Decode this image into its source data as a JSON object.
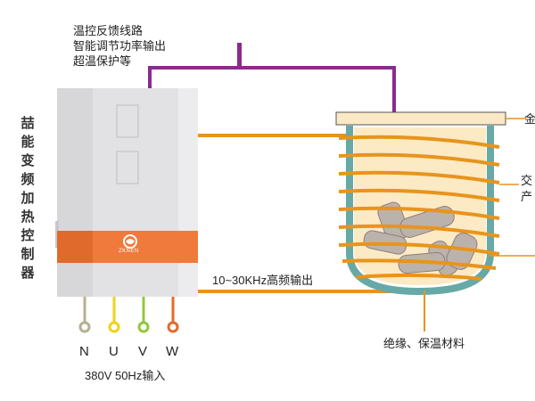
{
  "controller": {
    "title_vertical": "喆能变频加热控制器",
    "brand_text": "ZKNEN",
    "color_body": "#e6e6e8",
    "color_band": "#ef7a3c"
  },
  "feedback": {
    "line1": "温控反馈线路",
    "line2": "智能调节功率输出",
    "line3": "超温保护等"
  },
  "output_label": "10~30KHz高频输出",
  "terminals": [
    {
      "label": "N",
      "color": "#b5b08f"
    },
    {
      "label": "U",
      "color": "#f0d21a"
    },
    {
      "label": "V",
      "color": "#93c83a"
    },
    {
      "label": "W",
      "color": "#e36a2a"
    }
  ],
  "input_label": "380V  50Hz输入",
  "vessel": {
    "insulation_label": "绝缘、保温材料",
    "right_label_top": "金",
    "right_label_mid1": "交",
    "right_label_mid2": "产"
  },
  "colors": {
    "wire_orange": "#e8941c",
    "feedback_purple": "#8b2a8e",
    "vessel_teal": "#66a9a6",
    "vessel_fill": "#fbeac4"
  }
}
